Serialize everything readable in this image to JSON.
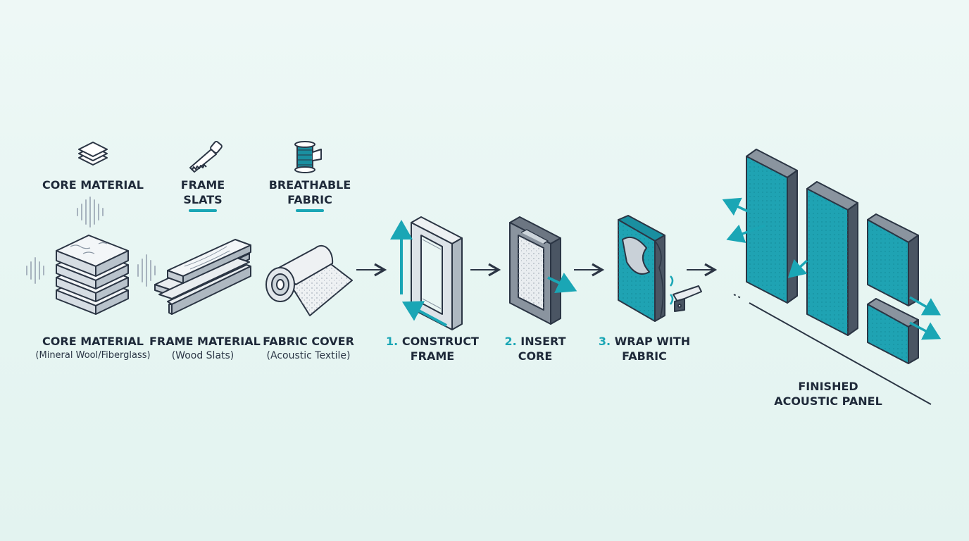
{
  "colors": {
    "accent": "#1aa6b5",
    "panel_teal": "#1fa3b3",
    "outline": "#2b3544",
    "panel_side": "#4a5563",
    "background": "#e8f6f3"
  },
  "top_labels": {
    "core": "CORE MATERIAL",
    "frame_line1": "FRAME",
    "frame_line2": "SLATS",
    "fabric_line1": "BREATHABLE",
    "fabric_line2": "FABRIC"
  },
  "materials": {
    "core_title": "CORE MATERIAL",
    "core_sub": "(Mineral Wool/Fiberglass)",
    "frame_title": "FRAME MATERIAL",
    "frame_sub": "(Wood Slats)",
    "fabric_title": "FABRIC COVER",
    "fabric_sub": "(Acoustic Textile)"
  },
  "steps": [
    {
      "num": "1.",
      "line1": "CONSTRUCT",
      "line2": "FRAME"
    },
    {
      "num": "2.",
      "line1": "INSERT",
      "line2": "CORE"
    },
    {
      "num": "3.",
      "line1": "WRAP WITH",
      "line2": "FABRIC"
    }
  ],
  "finished": {
    "line1": "FINISHED",
    "line2": "ACOUSTIC PANEL"
  },
  "icons": [
    "stack-icon",
    "saw-icon",
    "thread-spool-icon",
    "sound-wave-icon",
    "staple-gun-icon",
    "flow-arrow-icon"
  ]
}
